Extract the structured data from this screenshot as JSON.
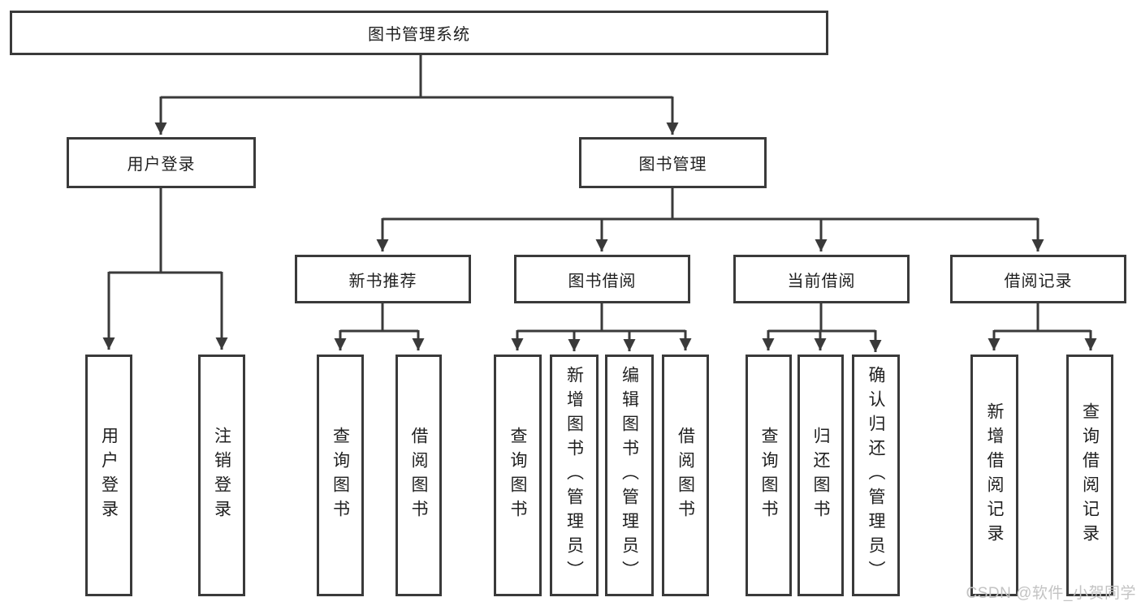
{
  "diagram": {
    "root": {
      "label": "图书管理系统"
    },
    "branches": [
      {
        "label": "用户登录",
        "children": [
          {
            "label": "用户登录"
          },
          {
            "label": "注销登录"
          }
        ]
      },
      {
        "label": "图书管理",
        "children": [
          {
            "label": "新书推荐",
            "children": [
              {
                "label": "查询图书"
              },
              {
                "label": "借阅图书"
              }
            ]
          },
          {
            "label": "图书借阅",
            "children": [
              {
                "label": "查询图书"
              },
              {
                "label": "新增图书（管理员）"
              },
              {
                "label": "编辑图书（管理员）"
              },
              {
                "label": "借阅图书"
              }
            ]
          },
          {
            "label": "当前借阅",
            "children": [
              {
                "label": "查询图书"
              },
              {
                "label": "归还图书"
              },
              {
                "label": "确认归还（管理员）"
              }
            ]
          },
          {
            "label": "借阅记录",
            "children": [
              {
                "label": "新增借阅记录"
              },
              {
                "label": "查询借阅记录"
              }
            ]
          }
        ]
      }
    ]
  },
  "watermark": {
    "text": "CSDN @软件_小贺同学"
  },
  "colors": {
    "line": "#3a3a3a",
    "box_border": "#3a3a3a",
    "box_fill": "#ffffff",
    "text": "#1f1f1f",
    "watermark": "#c3c3c3",
    "background": "#ffffff"
  }
}
